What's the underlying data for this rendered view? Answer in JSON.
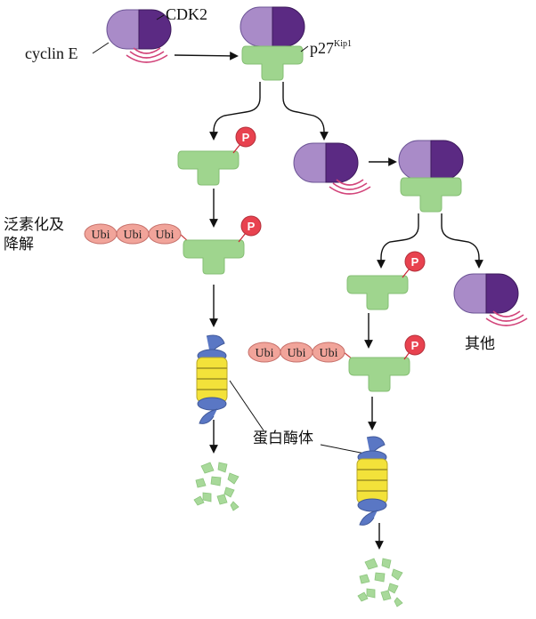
{
  "labels": {
    "cdk2": "CDK2",
    "cyclin_e": "cyclin E",
    "p27": "p27",
    "p27_sup": "Kip1",
    "ubiquitination_line1": "泛素化及",
    "ubiquitination_line2": "降解",
    "proteasome": "蛋白酶体",
    "other": "其他",
    "phospho": "P",
    "ubi": "Ubi"
  },
  "colors": {
    "cyclin": "#a98bc8",
    "cdk2": "#5b2a83",
    "p27": "#9fd58e",
    "phospho": "#e8424f",
    "ubi": "#f1a49a",
    "proteasome_blue": "#5a77c4",
    "proteasome_yellow": "#f3e23a",
    "activity_waves": "#d2447a",
    "fragments": "#a8d99a"
  }
}
